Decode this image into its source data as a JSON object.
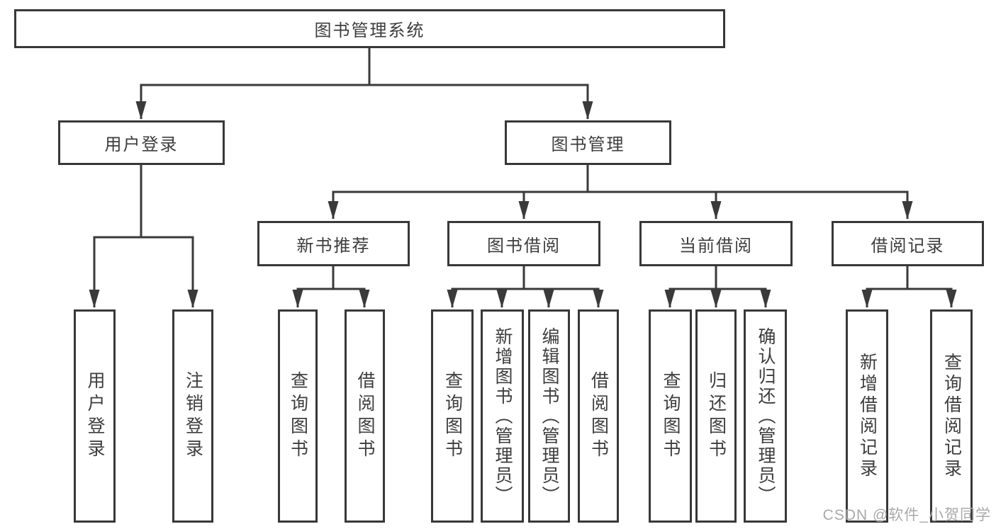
{
  "diagram": {
    "title": "图书管理系统",
    "type": "hierarchy-chart",
    "colors": {
      "line": "#3a3a3a",
      "border": "#383838",
      "text": "#3d3d3d",
      "background": "#ffffff",
      "watermark": "#a9a9a9"
    }
  },
  "tree": {
    "label": "图书管理系统",
    "children": [
      {
        "label": "用户登录",
        "children": [
          {
            "label": "用户登录"
          },
          {
            "label": "注销登录"
          }
        ]
      },
      {
        "label": "图书管理",
        "children": [
          {
            "label": "新书推荐",
            "children": [
              {
                "label": "查询图书"
              },
              {
                "label": "借阅图书"
              }
            ]
          },
          {
            "label": "图书借阅",
            "children": [
              {
                "label": "查询图书"
              },
              {
                "label": "新增图书（管理员）"
              },
              {
                "label": "编辑图书（管理员）"
              },
              {
                "label": "借阅图书"
              }
            ]
          },
          {
            "label": "当前借阅",
            "children": [
              {
                "label": "查询图书"
              },
              {
                "label": "归还图书"
              },
              {
                "label": "确认归还（管理员）"
              }
            ]
          },
          {
            "label": "借阅记录",
            "children": [
              {
                "label": "新增借阅记录"
              },
              {
                "label": "查询借阅记录"
              }
            ]
          }
        ]
      }
    ]
  },
  "watermark": {
    "text": "CSDN @软件_小贺同学"
  }
}
